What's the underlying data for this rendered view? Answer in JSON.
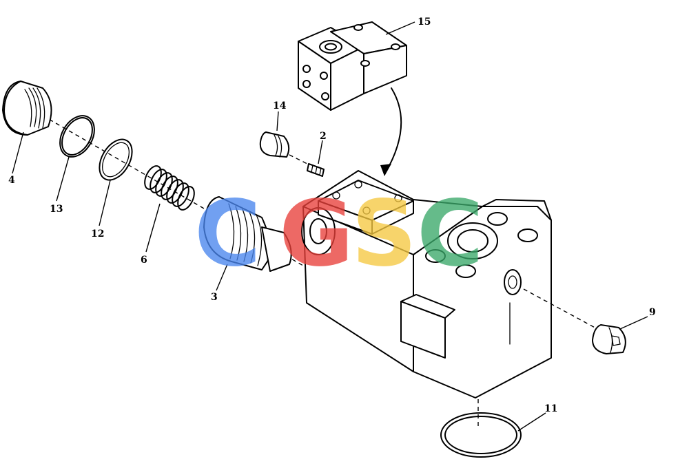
{
  "callouts": [
    "15",
    "14",
    "2",
    "4",
    "13",
    "12",
    "6",
    "3",
    "9",
    "11"
  ],
  "watermark": {
    "letters": [
      "C",
      "G",
      "S",
      "C"
    ],
    "colors": [
      "#4a86ee",
      "#e8403a",
      "#f5c842",
      "#3aa86a"
    ]
  }
}
